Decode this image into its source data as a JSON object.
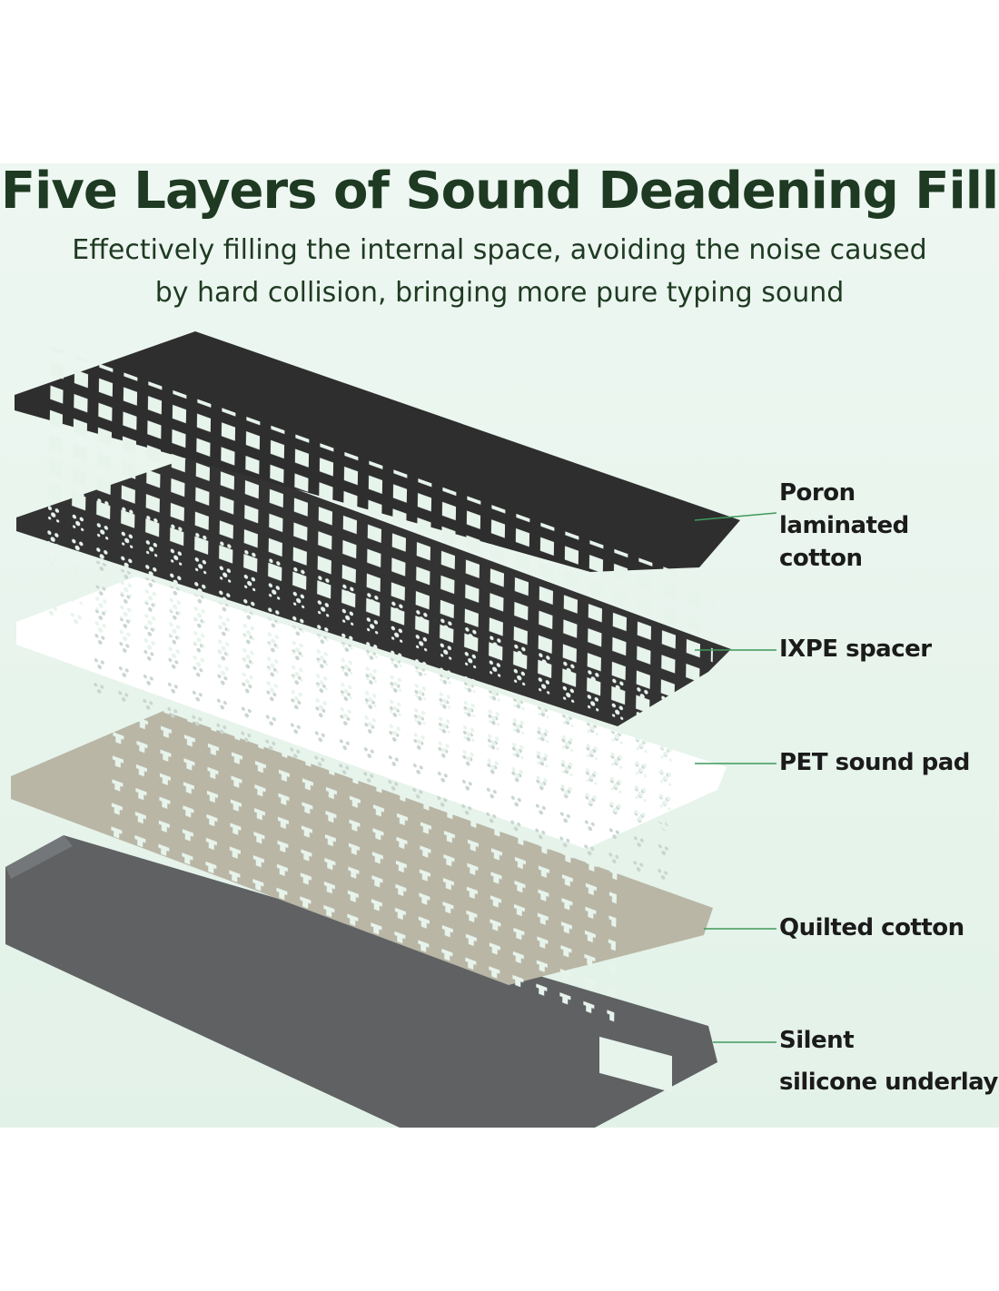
{
  "title": "Five Layers of Sound Deadening Fill",
  "subtitle": "Effectively filling the internal space, avoiding the noise caused by hard collision, bringing more pure typing sound",
  "layers": [
    {
      "line1": "Poron",
      "line2": "laminated cotton"
    },
    {
      "line1": "IXPE spacer",
      "line2": ""
    },
    {
      "line1": "PET sound pad",
      "line2": ""
    },
    {
      "line1": "Quilted cotton",
      "line2": ""
    },
    {
      "line1": "Silent",
      "line2": "silicone underlay"
    }
  ],
  "colors": {
    "background": "#e7f4ec",
    "title": "#1e3a22",
    "leader_line": "#3f9a5a",
    "poron": "#2e2e2e",
    "ixpe": "#333333",
    "pet": "#ffffff",
    "quilted": "#b9b6a6",
    "silicone": "#5f6163"
  }
}
